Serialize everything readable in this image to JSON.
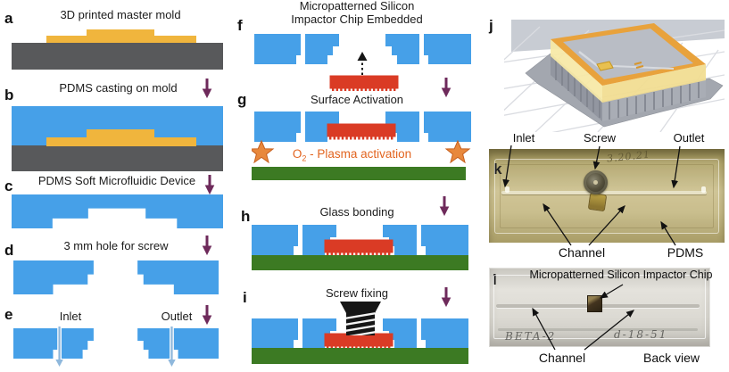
{
  "colors": {
    "pdms_blue": "#46A0E8",
    "mold_yellow": "#F0B53D",
    "substrate_gray": "#58595B",
    "chip_red": "#DA3B25",
    "glass_green": "#3C7A23",
    "arrow_purple": "#6E2A5B",
    "plasma_orange": "#E2641F",
    "star_orange": "#E8883C",
    "inlet_arrow_blue": "#8FB8DC"
  },
  "panels": {
    "a": {
      "letter": "a",
      "title": "3D printed master mold"
    },
    "b": {
      "letter": "b",
      "title": "PDMS casting on mold"
    },
    "c": {
      "letter": "c",
      "title": "PDMS Soft Microfluidic Device"
    },
    "d": {
      "letter": "d",
      "title": "3 mm hole for screw"
    },
    "e": {
      "letter": "e",
      "inlet_label": "Inlet",
      "outlet_label": "Outlet"
    },
    "f": {
      "letter": "f",
      "title_line1": "Micropatterned Silicon",
      "title_line2": "Impactor Chip Embedded"
    },
    "g": {
      "letter": "g",
      "title": "Surface Activation",
      "plasma_prefix": "O",
      "plasma_sub": "2",
      "plasma_text": "- Plasma activation"
    },
    "h": {
      "letter": "h",
      "title": "Glass bonding"
    },
    "i": {
      "letter": "i",
      "title": "Screw fixing"
    },
    "j": {
      "letter": "j"
    },
    "k": {
      "letter": "k",
      "inlet_label": "Inlet",
      "screw_label": "Screw",
      "outlet_label": "Outlet",
      "channel_label": "Channel",
      "pdms_label": "PDMS",
      "handwritten_date": "3.20.21"
    },
    "l": {
      "letter": "l",
      "chip_label": "Micropatterned Silicon Impactor Chip",
      "channel_label": "Channel",
      "back_view_label": "Back view",
      "handwritten_left": "BETA-2",
      "handwritten_right": "d-18-51"
    }
  }
}
